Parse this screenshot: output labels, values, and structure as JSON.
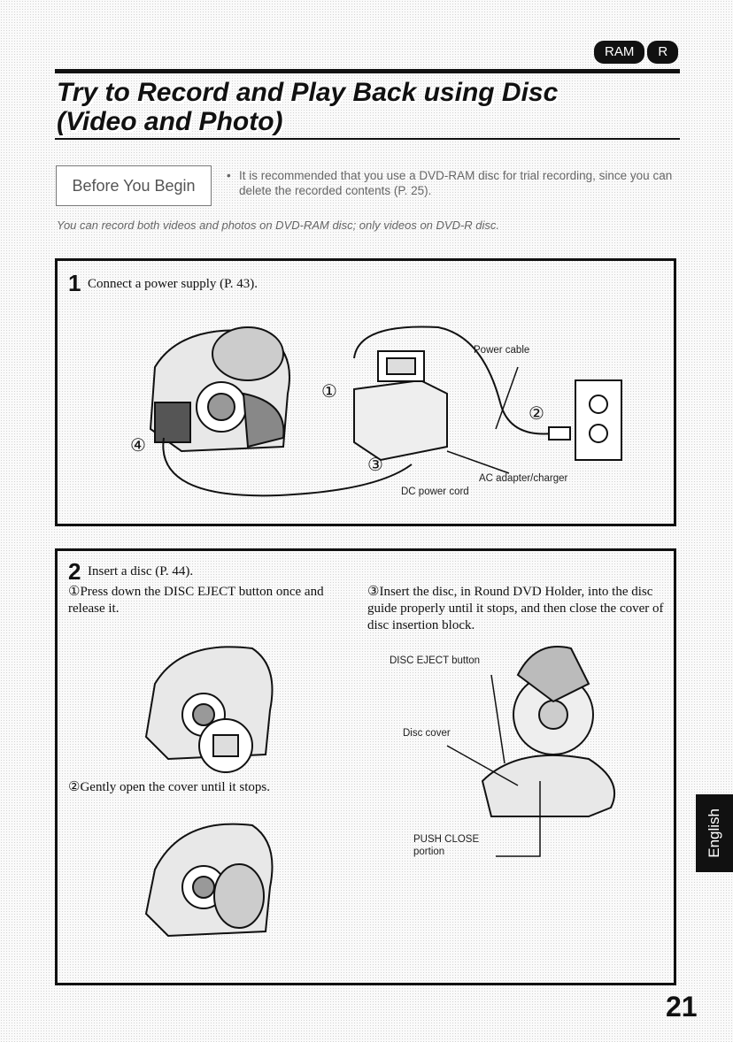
{
  "header": {
    "badges": [
      "RAM",
      "R"
    ],
    "title_line1": "Try to Record and Play Back using Disc",
    "title_line2": "(Video and Photo)"
  },
  "before_you_begin": {
    "label": "Before You Begin",
    "bullet": "•",
    "note": "It is recommended that you use a DVD-RAM disc for trial recording, since you can delete the recorded contents (P. 25)."
  },
  "intro_note": "You can record both videos and photos on DVD-RAM disc; only videos on DVD-R disc.",
  "step1": {
    "number": "1",
    "instruction": "Connect a power supply (P. 43).",
    "labels": {
      "power_cable": "Power cable",
      "ac_adapter": "AC adapter/charger",
      "dc_cord": "DC power cord"
    },
    "markers": [
      "①",
      "②",
      "③",
      "④"
    ]
  },
  "step2": {
    "number": "2",
    "instruction": "Insert a disc (P. 44).",
    "sub1": "①Press down the DISC EJECT button once and release it.",
    "sub2": "②Gently open the cover until it stops.",
    "sub3": "③Insert the disc, in Round DVD Holder, into the disc guide properly until it stops, and then close the cover of disc insertion block.",
    "labels": {
      "disc_eject": "DISC EJECT button",
      "disc_cover": "Disc cover",
      "push_close_1": "PUSH CLOSE",
      "push_close_2": "portion"
    }
  },
  "side_tab": "English",
  "page_number": "21"
}
